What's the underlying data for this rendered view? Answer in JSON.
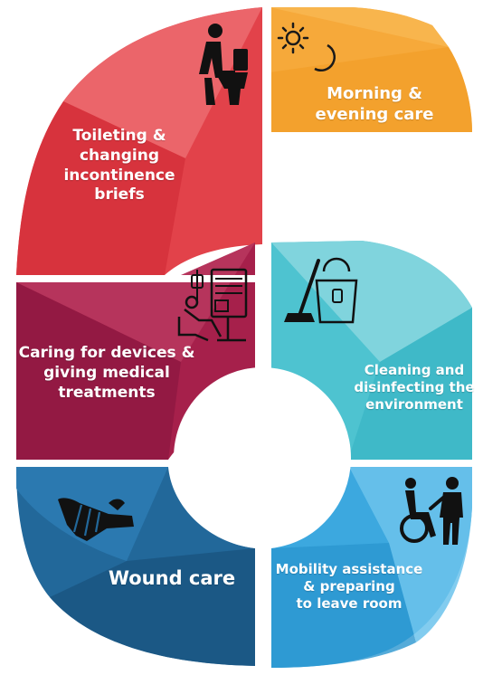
{
  "segments": [
    {
      "id": "morning",
      "label": "Morning &\nevening care",
      "icon": "sun-moon-icon",
      "color": "#f6a93a",
      "color_dark": "#f19a22",
      "color_light": "#fac06a"
    },
    {
      "id": "toileting",
      "label": "Toileting &\nchanging\nincontinence\nbriefs",
      "icon": "toilet-icon",
      "color": "#e2424a",
      "color_dark": "#d52f39",
      "color_light": "#ec6b70"
    },
    {
      "id": "devices",
      "label": "Caring for devices &\ngiving medical\ntreatments",
      "icon": "medical-device-icon",
      "color": "#a6204b",
      "color_dark": "#8c1740",
      "color_light": "#b8385f"
    },
    {
      "id": "cleaning",
      "label": "Cleaning and\ndisinfecting the\nenvironment",
      "icon": "cleaning-bucket-icon",
      "color": "#4ec3d0",
      "color_dark": "#3cb7c5",
      "color_light": "#8ad7df"
    },
    {
      "id": "wound",
      "label": "Wound care",
      "icon": "bandaged-arm-icon",
      "color": "#22689a",
      "color_dark": "#1a5480",
      "color_light": "#2c7bb2"
    },
    {
      "id": "mobility",
      "label": "Mobility assistance\n& preparing\nto leave room",
      "icon": "wheelchair-assist-icon",
      "color": "#3ca8df",
      "color_dark": "#2b96d0",
      "color_light": "#6cc3ec"
    }
  ]
}
